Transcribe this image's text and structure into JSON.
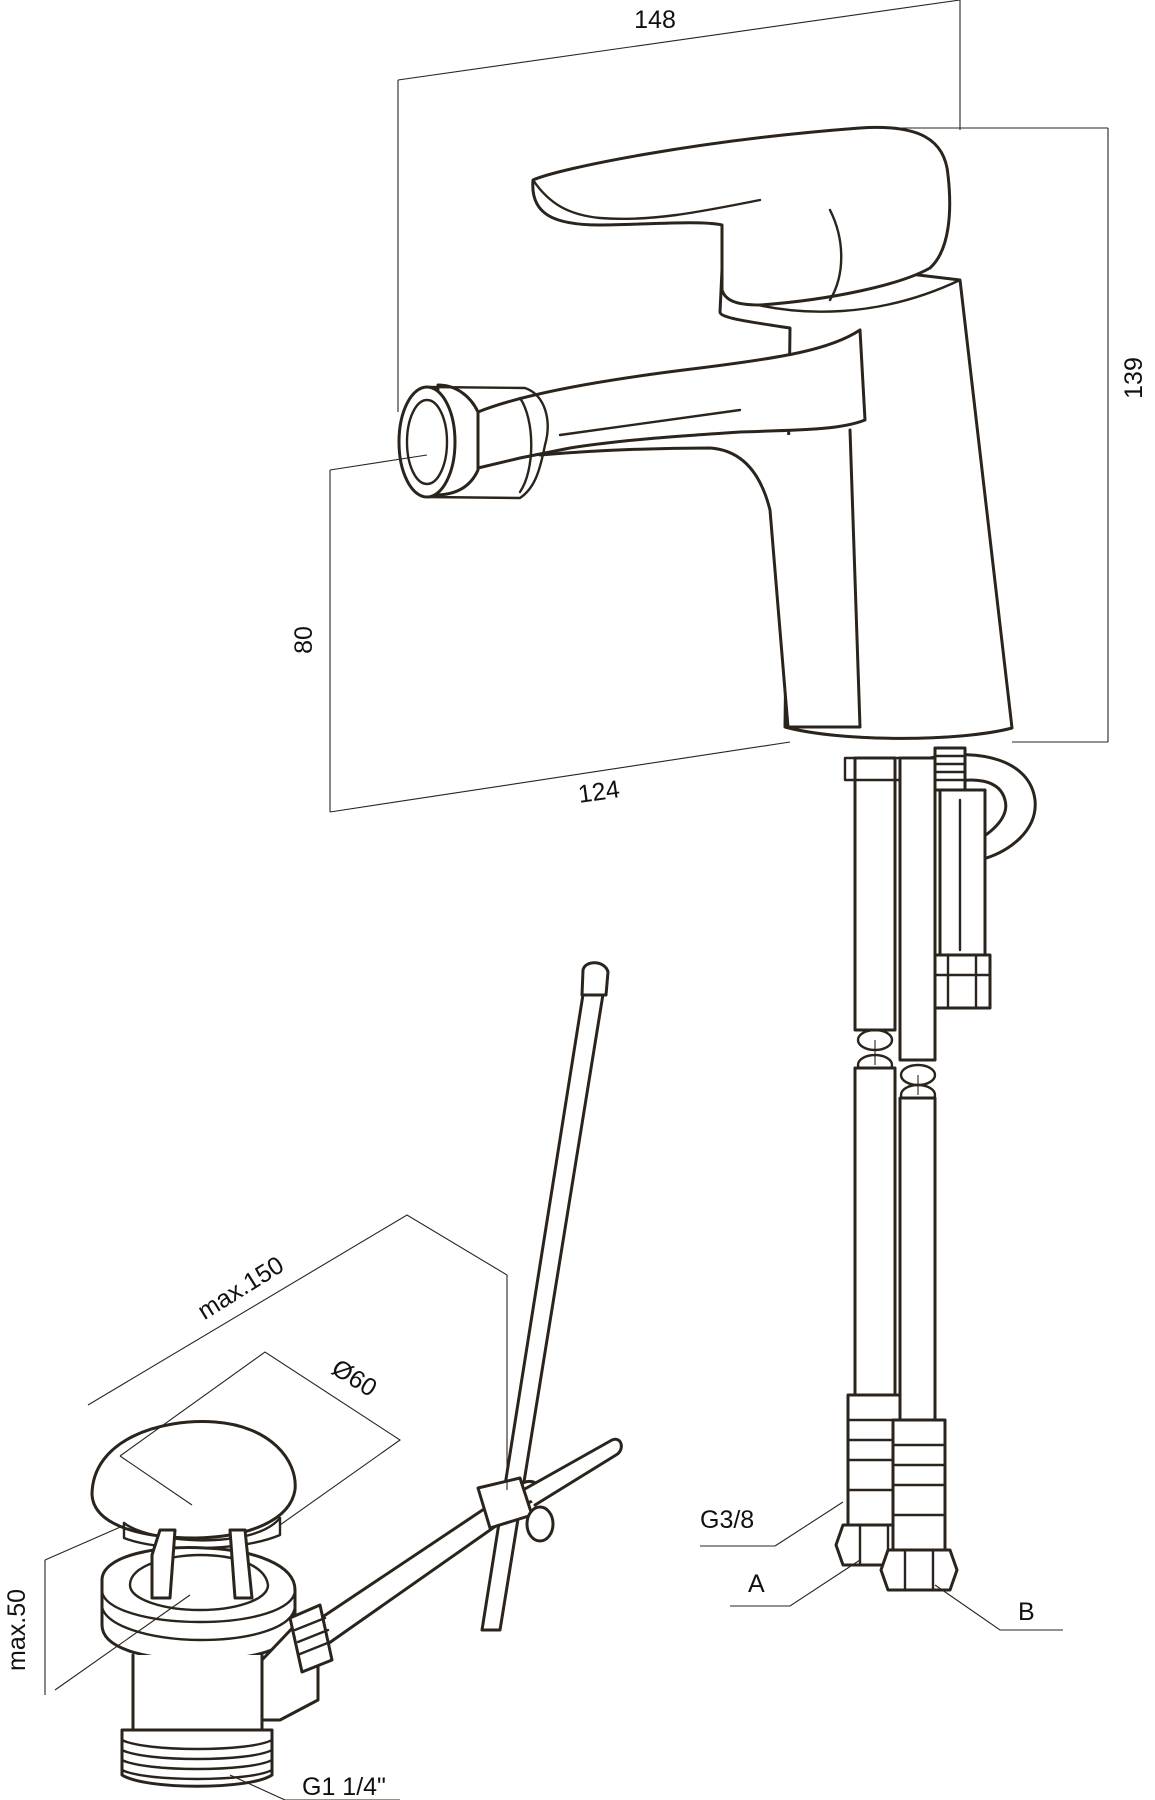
{
  "dimensions": {
    "overall_width": "148",
    "overall_height": "139",
    "spout_height": "80",
    "spout_projection": "124",
    "drain_max_length": "max.150",
    "plug_diameter": "Ø60",
    "drain_max_height": "max.50",
    "drain_thread": "G1 1/4\""
  },
  "connections": {
    "hose_thread": "G3/8",
    "inlet_a": "A",
    "inlet_b": "B"
  },
  "colors": {
    "line": "#2b241c",
    "background": "#ffffff"
  }
}
